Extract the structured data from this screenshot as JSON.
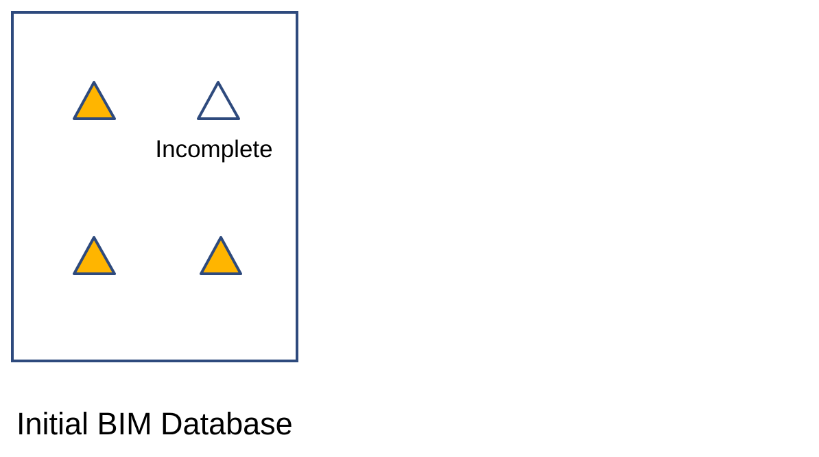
{
  "diagram": {
    "caption": "Initial BIM Database",
    "elements": [
      {
        "id": "element-1",
        "state": "filled"
      },
      {
        "id": "element-2",
        "state": "empty",
        "label": "Incomplete"
      },
      {
        "id": "element-3",
        "state": "filled"
      },
      {
        "id": "element-4",
        "state": "filled"
      }
    ]
  },
  "colors": {
    "stroke": "#2e4a7d",
    "fill": "#ffb500",
    "background": "#ffffff",
    "text": "#000000"
  },
  "icons": {
    "element": "triangle-icon"
  }
}
